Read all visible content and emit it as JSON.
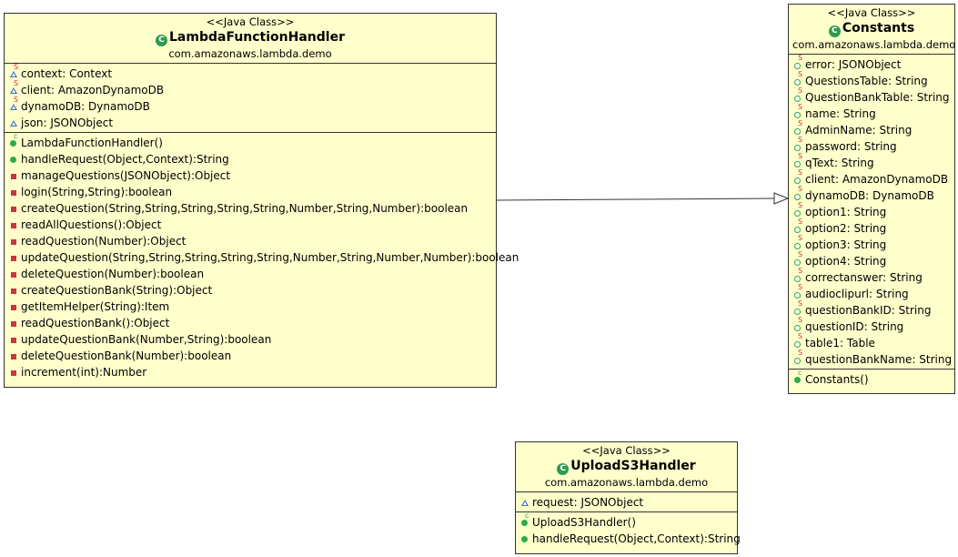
{
  "classes": {
    "lambda": {
      "stereotype": "<<Java Class>>",
      "name": "LambdaFunctionHandler",
      "package": "com.amazonaws.lambda.demo",
      "attributes": [
        {
          "text": "context: Context",
          "icon": "protected-static-triangle-icon"
        },
        {
          "text": "client: AmazonDynamoDB",
          "icon": "protected-static-triangle-icon"
        },
        {
          "text": "dynamoDB: DynamoDB",
          "icon": "protected-static-triangle-icon"
        },
        {
          "text": "json: JSONObject",
          "icon": "package-triangle-icon"
        }
      ],
      "methods": [
        {
          "text": "LambdaFunctionHandler()",
          "icon": "constructor-icon"
        },
        {
          "text": "handleRequest(Object,Context):String",
          "icon": "public-method-icon"
        },
        {
          "text": "manageQuestions(JSONObject):Object",
          "icon": "private-method-icon"
        },
        {
          "text": "login(String,String):boolean",
          "icon": "private-method-icon"
        },
        {
          "text": "createQuestion(String,String,String,String,String,Number,String,Number):boolean",
          "icon": "private-method-icon"
        },
        {
          "text": "readAllQuestions():Object",
          "icon": "private-method-icon"
        },
        {
          "text": "readQuestion(Number):Object",
          "icon": "private-method-icon"
        },
        {
          "text": "updateQuestion(String,String,String,String,String,Number,String,Number,Number):boolean",
          "icon": "private-method-icon"
        },
        {
          "text": "deleteQuestion(Number):boolean",
          "icon": "private-method-icon"
        },
        {
          "text": "createQuestionBank(String):Object",
          "icon": "private-method-icon"
        },
        {
          "text": "getItemHelper(String):Item",
          "icon": "private-method-icon"
        },
        {
          "text": "readQuestionBank():Object",
          "icon": "private-method-icon"
        },
        {
          "text": "updateQuestionBank(Number,String):boolean",
          "icon": "private-method-icon"
        },
        {
          "text": "deleteQuestionBank(Number):boolean",
          "icon": "private-method-icon"
        },
        {
          "text": "increment(int):Number",
          "icon": "private-method-icon"
        }
      ]
    },
    "constants": {
      "stereotype": "<<Java Class>>",
      "name": "Constants",
      "package": "com.amazonaws.lambda.demo",
      "attributes": [
        {
          "text": "error: JSONObject",
          "icon": "static-field-icon"
        },
        {
          "text": "QuestionsTable: String",
          "icon": "static-field-icon"
        },
        {
          "text": "QuestionBankTable: String",
          "icon": "static-field-icon"
        },
        {
          "text": "name: String",
          "icon": "static-field-icon"
        },
        {
          "text": "AdminName: String",
          "icon": "static-field-icon"
        },
        {
          "text": "password: String",
          "icon": "static-field-icon"
        },
        {
          "text": "qText: String",
          "icon": "static-field-icon"
        },
        {
          "text": "client: AmazonDynamoDB",
          "icon": "static-field-icon"
        },
        {
          "text": "dynamoDB: DynamoDB",
          "icon": "static-field-icon"
        },
        {
          "text": "option1: String",
          "icon": "static-field-icon"
        },
        {
          "text": "option2: String",
          "icon": "static-field-icon"
        },
        {
          "text": "option3: String",
          "icon": "static-field-icon"
        },
        {
          "text": "option4: String",
          "icon": "static-field-icon"
        },
        {
          "text": "correctanswer: String",
          "icon": "static-field-icon"
        },
        {
          "text": "audioclipurl: String",
          "icon": "static-field-icon"
        },
        {
          "text": "questionBankID: String",
          "icon": "static-field-icon"
        },
        {
          "text": "questionID: String",
          "icon": "static-field-icon"
        },
        {
          "text": "table1: Table",
          "icon": "static-field-icon"
        },
        {
          "text": "questionBankName: String",
          "icon": "static-field-icon"
        }
      ],
      "methods": [
        {
          "text": "Constants()",
          "icon": "constructor-icon"
        }
      ]
    },
    "upload": {
      "stereotype": "<<Java Class>>",
      "name": "UploadS3Handler",
      "package": "com.amazonaws.lambda.demo",
      "attributes": [
        {
          "text": "request: JSONObject",
          "icon": "package-triangle-icon"
        }
      ],
      "methods": [
        {
          "text": "UploadS3Handler()",
          "icon": "constructor-icon"
        },
        {
          "text": "handleRequest(Object,Context):String",
          "icon": "public-method-icon"
        }
      ]
    }
  },
  "relations": [
    {
      "type": "generalization",
      "from": "LambdaFunctionHandler",
      "to": "Constants"
    }
  ],
  "colors": {
    "class_fill": "#ffffcc",
    "border": "#333333",
    "public": "#2eaa4a",
    "private": "#cc3344",
    "protected": "#3a70c8"
  }
}
